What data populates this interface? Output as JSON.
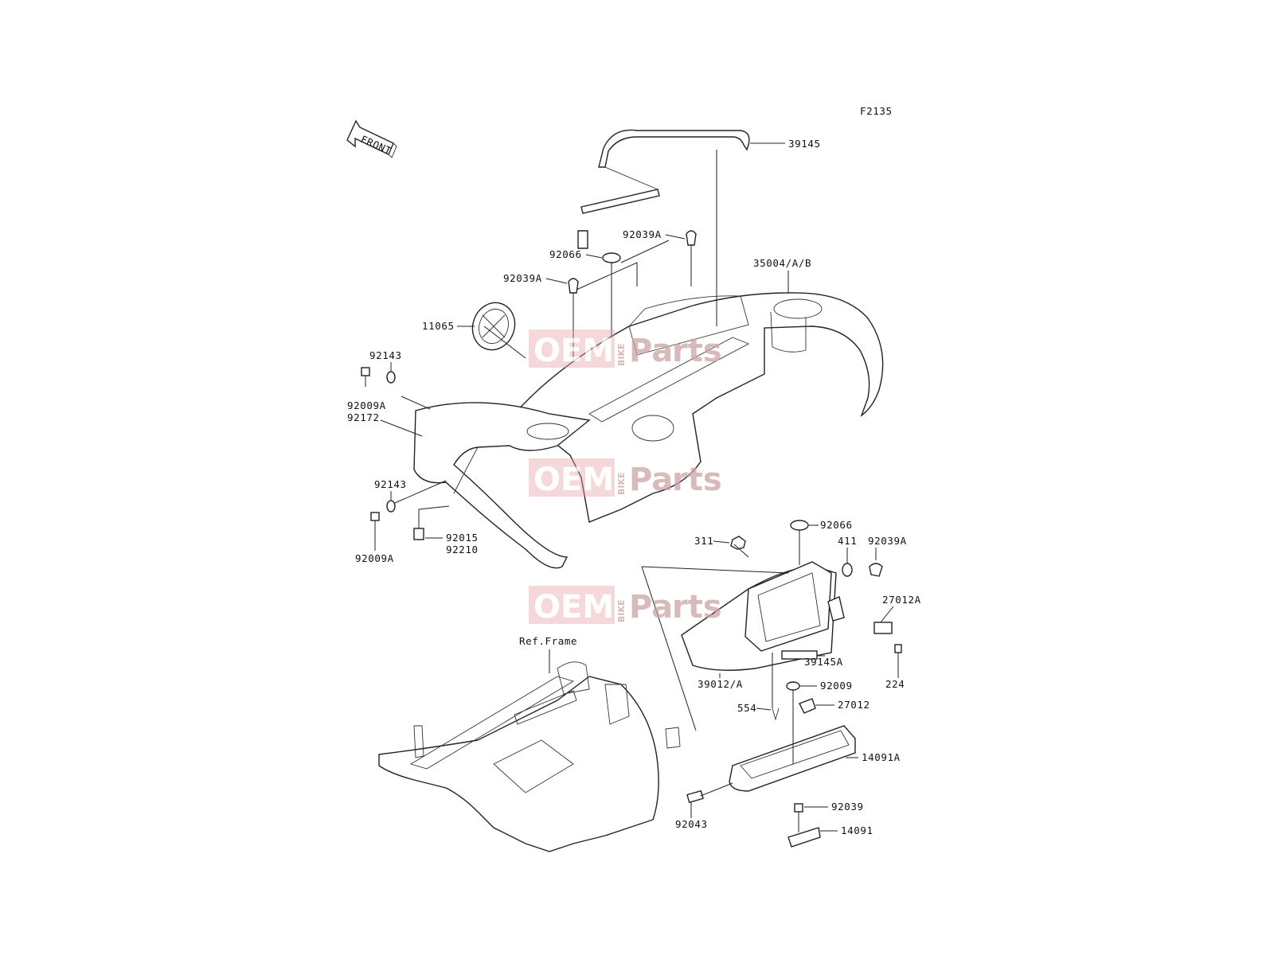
{
  "diagram": {
    "figure_code": "F2135",
    "front_arrow_label": "FRONT",
    "reference_label": "Ref.Frame",
    "watermark": {
      "a": "OEM",
      "b": "BIKE",
      "c": "Pa",
      "d": "rts"
    },
    "callouts": {
      "c39145": "39145",
      "c92039A_top": "92039A",
      "c92066_top": "92066",
      "c35004": "35004/A/B",
      "c92039A_mid": "92039A",
      "c11065": "11065",
      "c92143_a": "92143",
      "c92009A_a": "92009A",
      "c92172": "92172",
      "c92143_b": "92143",
      "c92009A_b": "92009A",
      "c92015": "92015",
      "c92210": "92210",
      "c92066_right": "92066",
      "c311": "311",
      "c411": "411",
      "c92039A_right": "92039A",
      "c27012A": "27012A",
      "c39145A": "39145A",
      "c224": "224",
      "c39012": "39012/A",
      "c92009": "92009",
      "c27012": "27012",
      "c554": "554",
      "c14091A": "14091A",
      "c92039": "92039",
      "c92043": "92043",
      "c14091": "14091"
    }
  }
}
